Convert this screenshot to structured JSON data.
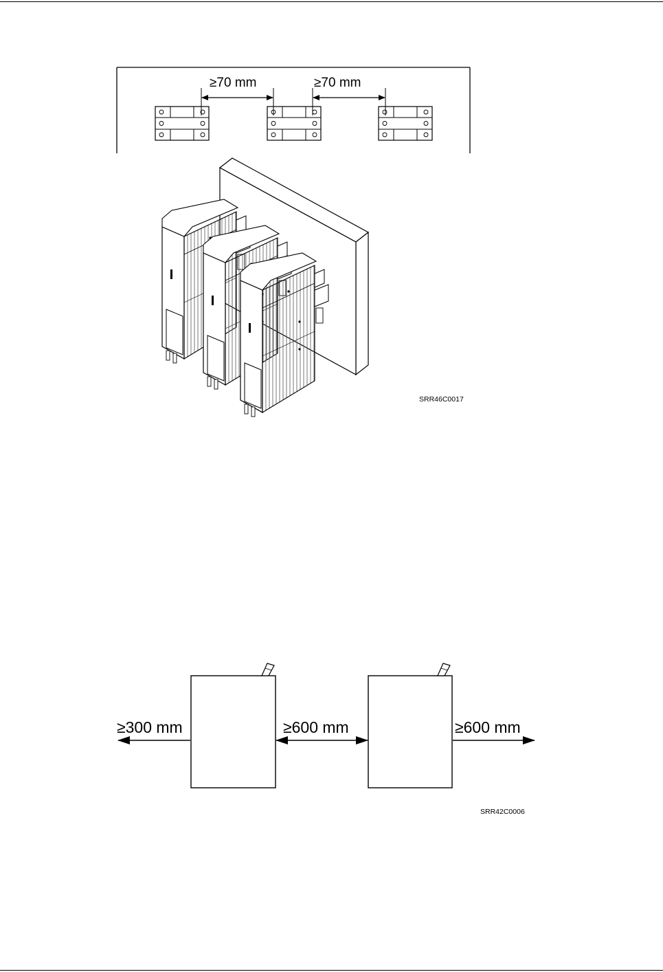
{
  "figure1": {
    "spacing_left": "≥70 mm",
    "spacing_right": "≥70 mm",
    "code": "SRR46C0017"
  },
  "figure2": {
    "clearance_left": "≥300 mm",
    "clearance_middle": "≥600 mm",
    "clearance_right": "≥600 mm",
    "code": "SRR42C0006"
  },
  "colors": {
    "line": "#000000",
    "background": "#ffffff"
  }
}
